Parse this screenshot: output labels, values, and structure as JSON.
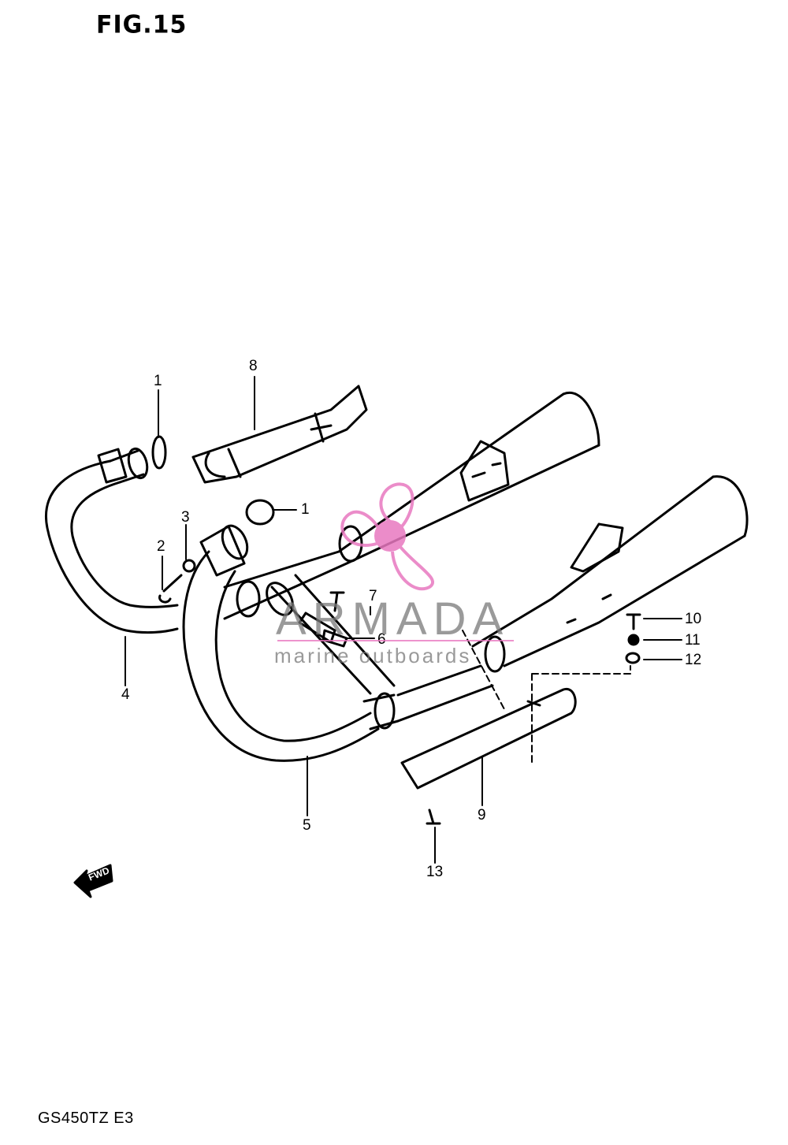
{
  "figure": {
    "title": "FIG.15",
    "model_code": "GS450TZ  E3"
  },
  "callouts": [
    "1",
    "2",
    "3",
    "4",
    "1",
    "5",
    "6",
    "7",
    "8",
    "9",
    "10",
    "11",
    "12",
    "13"
  ],
  "watermark": {
    "brand": "ARMADA",
    "tagline": "marine outboards",
    "accent_color": "#e878c0"
  },
  "fwd_arrow": "FWD",
  "colors": {
    "ink": "#000000",
    "paper": "#ffffff"
  }
}
